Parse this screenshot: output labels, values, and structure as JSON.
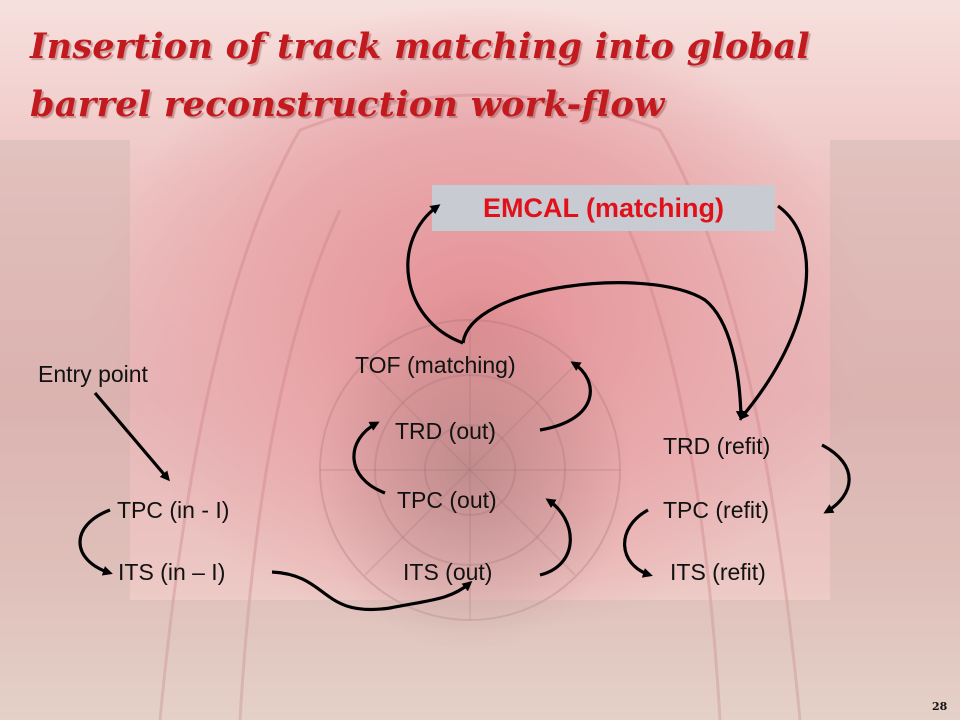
{
  "slide": {
    "title_line_1": "Insertion of track matching into global",
    "title_line_2": "barrel reconstruction work-flow",
    "page_number": "28"
  },
  "diagram": {
    "entry_point": "Entry point",
    "emcal": "EMCAL (matching)",
    "tof": "TOF (matching)",
    "trd_out": "TRD (out)",
    "tpc_out": "TPC (out)",
    "its_out": "ITS (out)",
    "tpc_in": "TPC (in - I)",
    "its_in": "ITS (in – I)",
    "trd_refit": "TRD (refit)",
    "tpc_refit": "TPC (refit)",
    "its_refit": "ITS (refit)"
  },
  "colors": {
    "title": "#c21a1f",
    "emcal_text": "#e0111b",
    "emcal_box": "#c8cbd2",
    "arrow": "#000000"
  }
}
